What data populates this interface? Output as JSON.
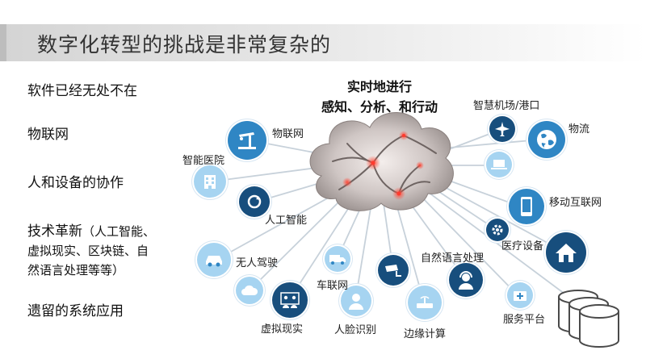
{
  "title": "数字化转型的挑战是非常复杂的",
  "left_items": [
    "软件已经无处不在",
    "物联网",
    "人和设备的协作",
    "技术革新",
    "（人工智能、",
    "虚拟现实、区块链、自",
    "然语言处理等等）",
    "遗留的系统应用"
  ],
  "center_heading": {
    "line1": "实时地进行",
    "line2": "感知、分析、和行动"
  },
  "nodes": {
    "iot": "物联网",
    "smart_hospital": "智能医院",
    "ai": "人工智能",
    "driverless": "无人驾驶",
    "vr": "虚拟现实",
    "vehicle_net": "车联网",
    "face_recognition": "人脸识别",
    "edge_computing": "边缘计算",
    "nlp": "自然语言处理",
    "service_platform": "服务平台",
    "medical_device": "医疗设备",
    "mobile_internet": "移动互联网",
    "logistics": "物流",
    "smart_airport": "智慧机场/港口"
  },
  "icons": [
    "oil-pump-icon",
    "building-icon",
    "recycle-icon",
    "car-icon",
    "cloud-icon",
    "people-icon",
    "truck-icon",
    "person-icon",
    "cctv-camera-icon",
    "router-icon",
    "headset-agent-icon",
    "medical-box-icon",
    "gear-icon",
    "house-icon",
    "mobile-phone-icon",
    "laptop-icon",
    "airplane-icon",
    "globe-icon",
    "database-icon",
    "neuron-cloud-image"
  ],
  "colors": {
    "dark_blue": "#174e7d",
    "medium_blue": "#2f86c4",
    "light_blue": "#a6d4f1",
    "neuron_red": "#ff3a2e"
  }
}
